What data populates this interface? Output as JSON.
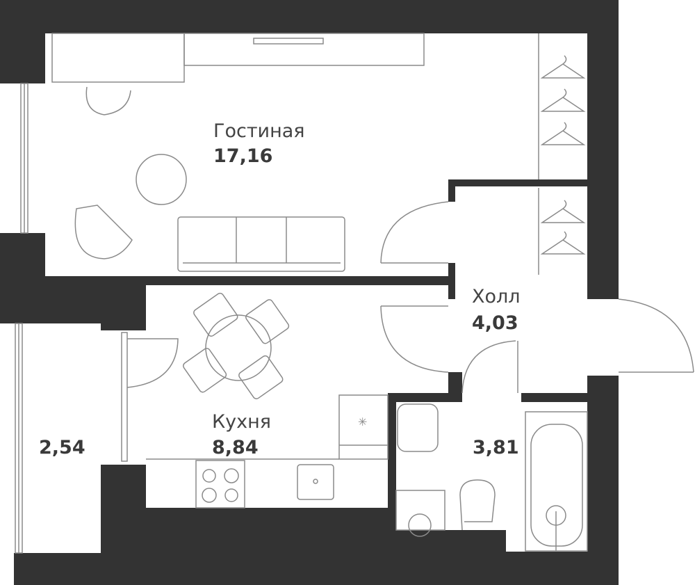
{
  "rooms": {
    "living": {
      "name": "Гостиная",
      "area": "17,16"
    },
    "hall": {
      "name": "Холл",
      "area": "4,03"
    },
    "kitchen": {
      "name": "Кухня",
      "area": "8,84"
    },
    "balcony": {
      "area": "2,54"
    },
    "bathroom": {
      "area": "3,81"
    }
  },
  "colors": {
    "wall": "#333333",
    "furniture": "#8a8a8a"
  }
}
